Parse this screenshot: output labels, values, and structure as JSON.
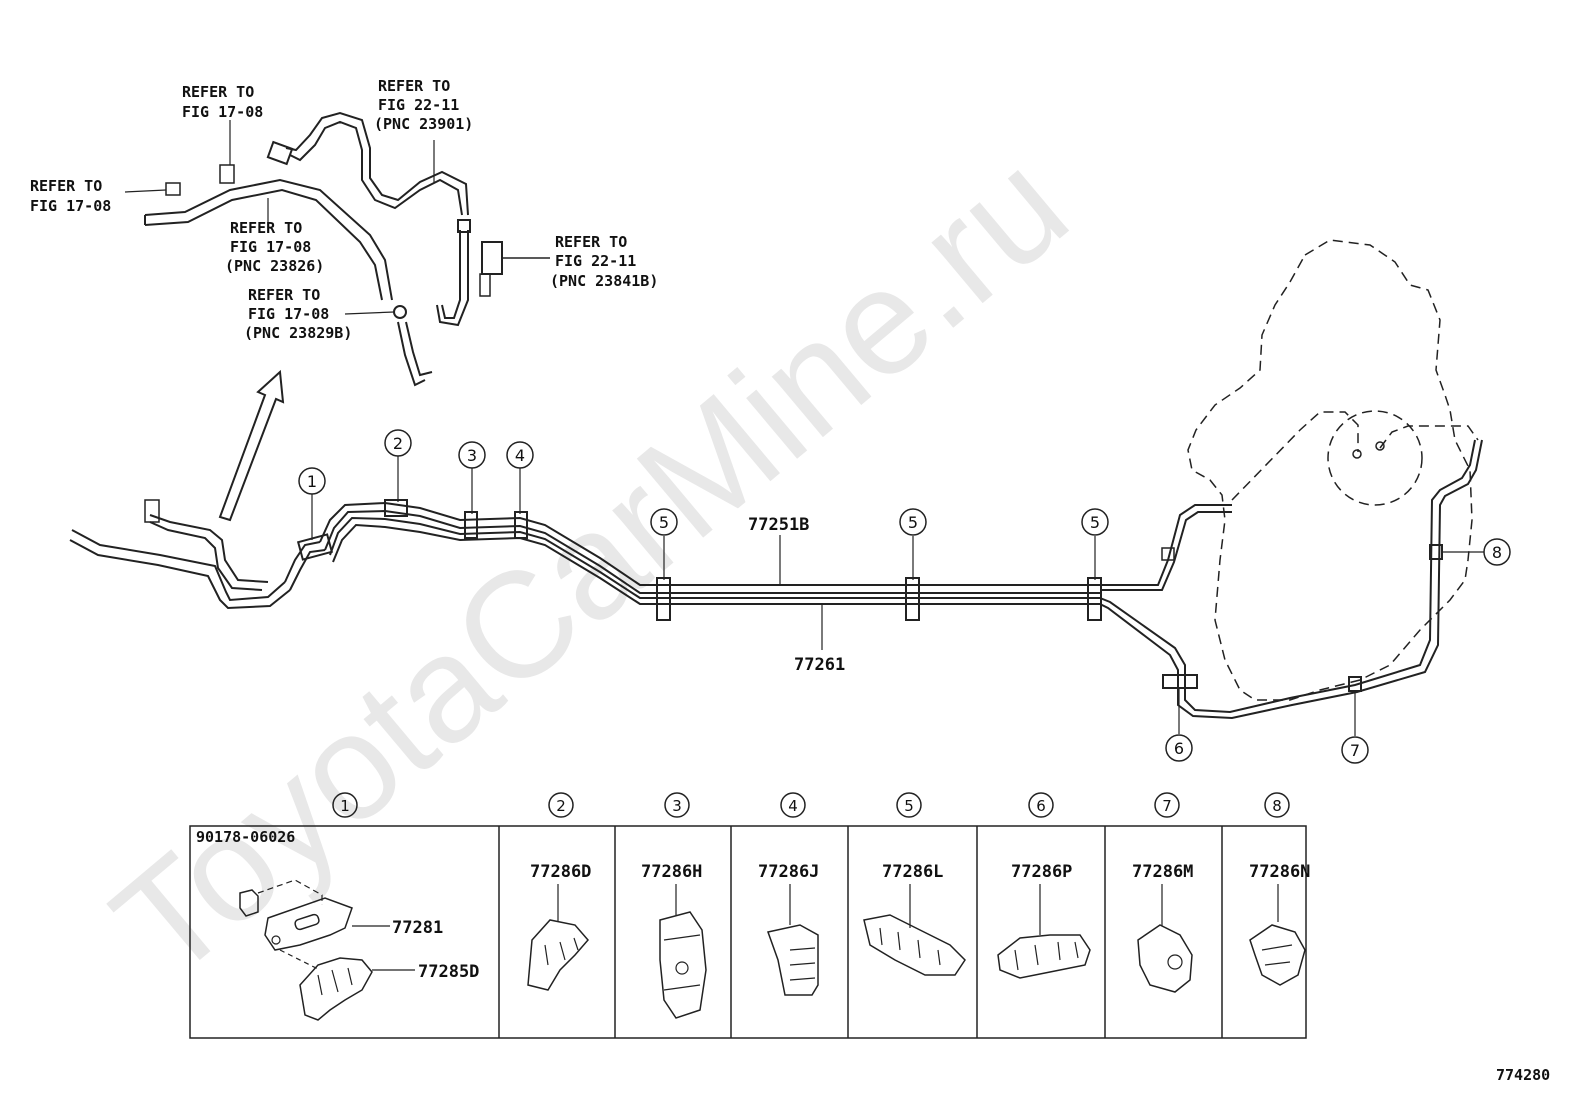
{
  "watermark": "ToyotaCarMine.ru",
  "figure_number": "774280",
  "refer_labels": [
    {
      "id": "ref-fig1708-a",
      "lines": [
        "REFER TO",
        "FIG 17-08"
      ]
    },
    {
      "id": "ref-fig1708-b",
      "lines": [
        "REFER TO",
        "FIG 17-08"
      ]
    },
    {
      "id": "ref-fig2211-23901",
      "lines": [
        "REFER TO",
        "FIG 22-11",
        "(PNC 23901)"
      ]
    },
    {
      "id": "ref-fig1708-23826",
      "lines": [
        "REFER TO",
        "FIG 17-08",
        "(PNC 23826)"
      ]
    },
    {
      "id": "ref-fig2211-23841b",
      "lines": [
        "REFER TO",
        "FIG 22-11",
        "(PNC 23841B)"
      ]
    },
    {
      "id": "ref-fig1708-23829b",
      "lines": [
        "REFER TO",
        "FIG 17-08",
        "(PNC 23829B)"
      ]
    }
  ],
  "pipe_labels": {
    "upper": "77251B",
    "lower": "77261"
  },
  "callouts": [
    "1",
    "2",
    "3",
    "4",
    "5",
    "5",
    "5",
    "6",
    "7",
    "8"
  ],
  "table": {
    "headers": [
      "1",
      "2",
      "3",
      "4",
      "5",
      "6",
      "7",
      "8"
    ],
    "cell1_parts": [
      "90178-06026",
      "77281",
      "77285D"
    ],
    "parts": [
      "77286D",
      "77286H",
      "77286J",
      "77286L",
      "77286P",
      "77286M",
      "77286N"
    ]
  }
}
